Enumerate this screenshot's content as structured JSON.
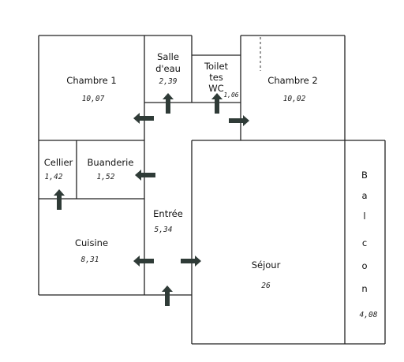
{
  "rooms": [
    {
      "id": "chambre1",
      "name_lines": [
        "Chambre 1"
      ],
      "area": "10,07"
    },
    {
      "id": "salle_eau",
      "name_lines": [
        "Salle",
        "d'eau"
      ],
      "area": "2,39"
    },
    {
      "id": "toilet",
      "name_lines": [
        "Toilet",
        "tes",
        "WC"
      ],
      "area": "1,06"
    },
    {
      "id": "chambre2",
      "name_lines": [
        "Chambre 2"
      ],
      "area": "10,02"
    },
    {
      "id": "cellier",
      "name_lines": [
        "Cellier"
      ],
      "area": "1,42"
    },
    {
      "id": "buanderie",
      "name_lines": [
        "Buanderie"
      ],
      "area": "1,52"
    },
    {
      "id": "entree",
      "name_lines": [
        "Entrée"
      ],
      "area": "5,34"
    },
    {
      "id": "cuisine",
      "name_lines": [
        "Cuisine"
      ],
      "area": "8,31"
    },
    {
      "id": "sejour",
      "name_lines": [
        "Séjour"
      ],
      "area": "26"
    },
    {
      "id": "balcon",
      "name_lines": [
        "B",
        "a",
        "l",
        "c",
        "o",
        "n"
      ],
      "area": "4,08"
    }
  ],
  "arrows": [
    {
      "id": "chambre1-door",
      "direction": "left"
    },
    {
      "id": "salle-eau-door",
      "direction": "up"
    },
    {
      "id": "wc-door",
      "direction": "up"
    },
    {
      "id": "chambre2-door",
      "direction": "right"
    },
    {
      "id": "buanderie-door",
      "direction": "left"
    },
    {
      "id": "cellier-door",
      "direction": "up"
    },
    {
      "id": "cuisine-door",
      "direction": "left"
    },
    {
      "id": "sejour-door",
      "direction": "right"
    },
    {
      "id": "main-entrance",
      "direction": "up"
    }
  ]
}
